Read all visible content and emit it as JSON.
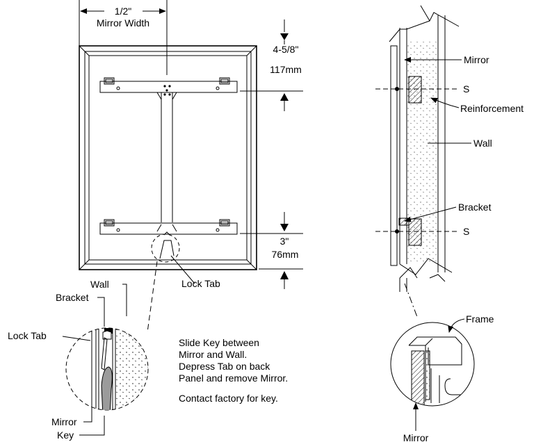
{
  "front_view": {
    "width_dim_1": "1/2\"",
    "width_dim_2": "Mirror Width",
    "top_dim_1": "4-5/8\"",
    "top_dim_2": "117mm",
    "bottom_dim_1": "3\"",
    "bottom_dim_2": "76mm",
    "lock_tab": "Lock Tab"
  },
  "detail_lock": {
    "wall": "Wall",
    "bracket": "Bracket",
    "lock_tab": "Lock Tab",
    "mirror": "Mirror",
    "key": "Key"
  },
  "instructions": {
    "line1": "Slide Key between",
    "line2": "Mirror and Wall.",
    "line3": "Depress Tab on back",
    "line4": "Panel and remove Mirror.",
    "line5": "Contact factory for key."
  },
  "section_view": {
    "mirror": "Mirror",
    "s_top": "S",
    "reinforcement": "Reinforcement",
    "wall": "Wall",
    "bracket": "Bracket",
    "s_bottom": "S"
  },
  "detail_frame": {
    "frame": "Frame",
    "mirror": "Mirror"
  }
}
